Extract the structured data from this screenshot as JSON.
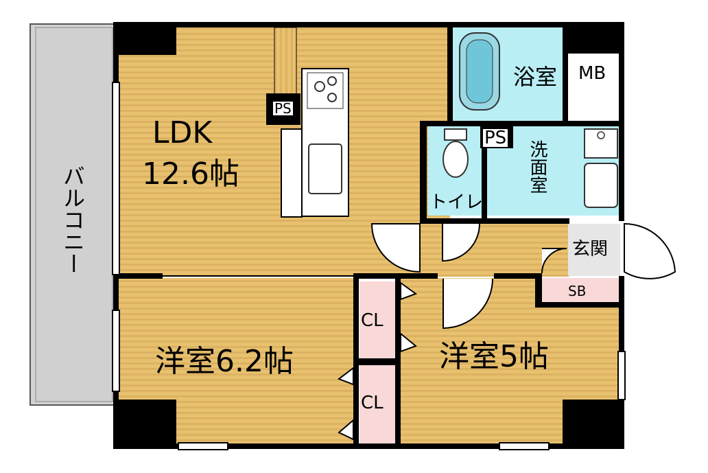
{
  "labels": {
    "ldk_name": "LDK",
    "ldk_size": "12.6帖",
    "balcony": "バルコニー",
    "bath": "浴室",
    "mb": "MB",
    "ps_kitchen": "PS",
    "ps_wash": "PS",
    "toilet": "トイレ",
    "washroom": "洗面室",
    "entrance": "玄関",
    "sb": "SB",
    "closet_upper": "CL",
    "closet_lower": "CL",
    "western_room_1": "洋室6.2帖",
    "western_room_2": "洋室5帖"
  },
  "colors": {
    "floor_wood": "#e8c16f",
    "floor_stripe": "#d6ad58",
    "wet_area": "#b9eef5",
    "closet": "#f9d8d8",
    "balcony": "#d3d3d3",
    "wall": "#000000"
  }
}
